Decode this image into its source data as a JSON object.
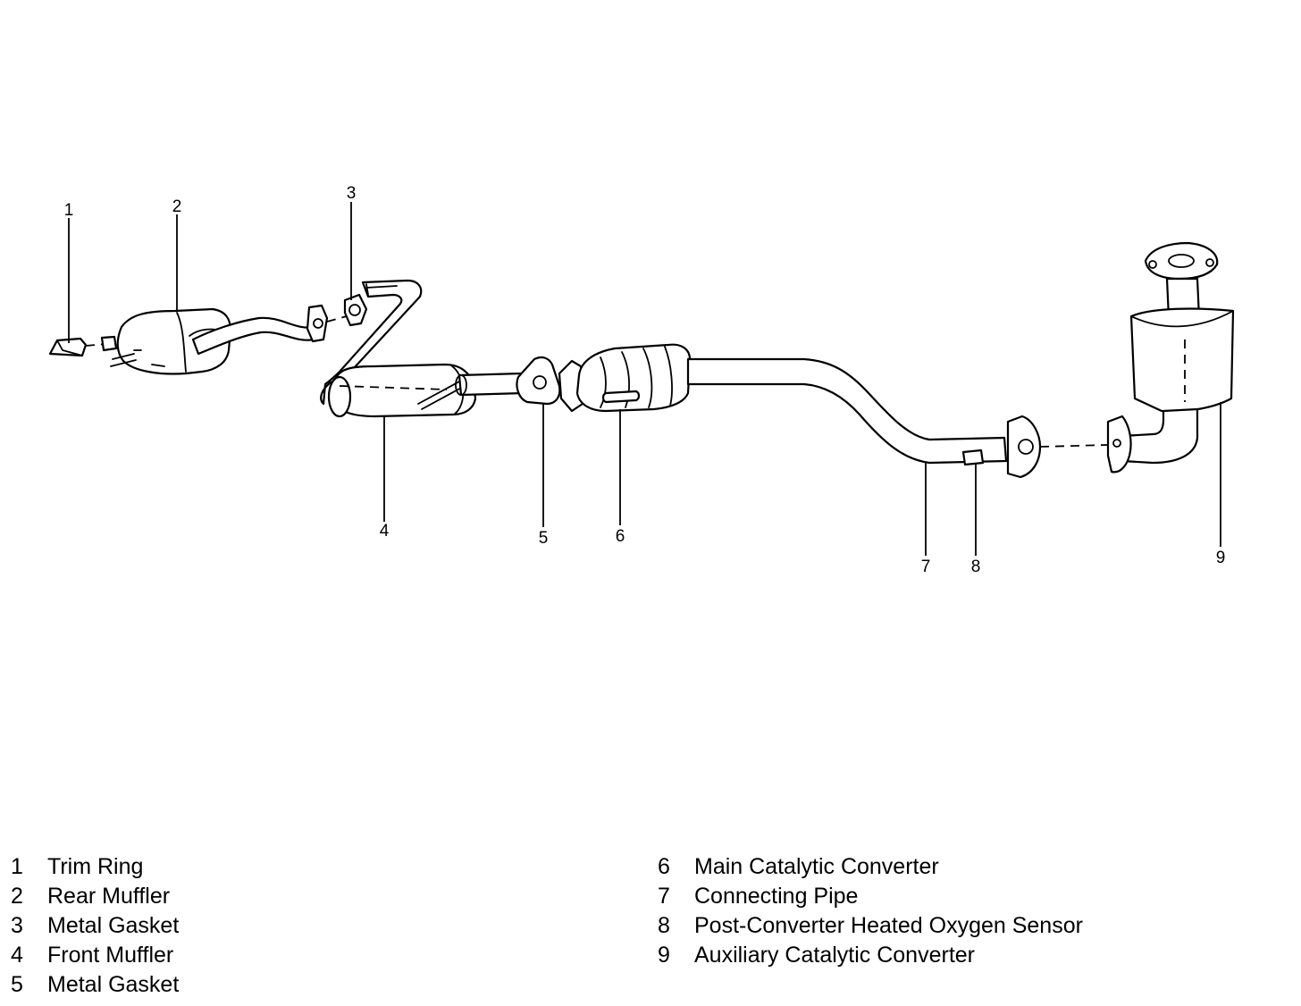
{
  "callouts": [
    "1",
    "2",
    "3",
    "4",
    "5",
    "6",
    "7",
    "8",
    "9"
  ],
  "legend": [
    {
      "num": "1",
      "label": "Trim Ring"
    },
    {
      "num": "2",
      "label": "Rear Muffler"
    },
    {
      "num": "3",
      "label": "Metal Gasket"
    },
    {
      "num": "4",
      "label": "Front Muffler"
    },
    {
      "num": "5",
      "label": "Metal Gasket"
    },
    {
      "num": "6",
      "label": "Main Catalytic Converter"
    },
    {
      "num": "7",
      "label": "Connecting Pipe"
    },
    {
      "num": "8",
      "label": "Post-Converter Heated Oxygen Sensor"
    },
    {
      "num": "9",
      "label": "Auxiliary Catalytic Converter"
    }
  ]
}
